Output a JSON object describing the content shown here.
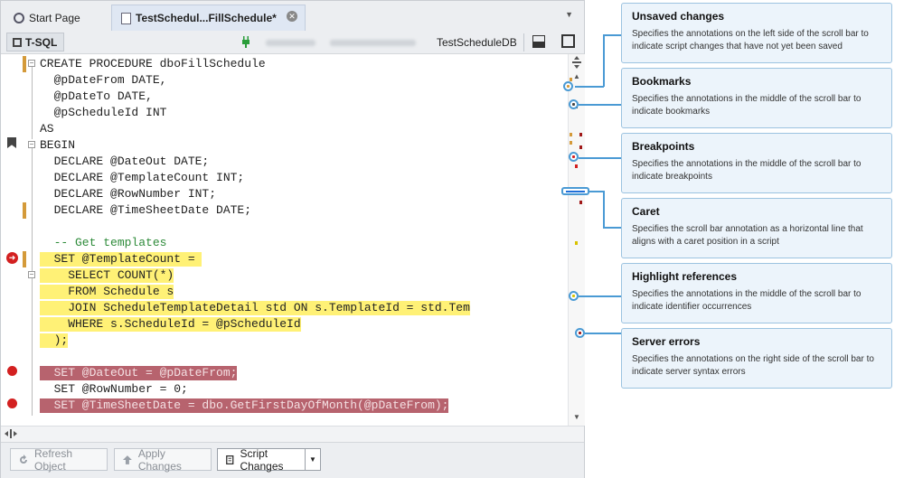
{
  "tabs": [
    {
      "label": "Start Page",
      "active": false
    },
    {
      "label": "TestSchedul...FillSchedule*",
      "active": true,
      "close_icon": "close-icon"
    }
  ],
  "toolbar": {
    "mode_label": "T-SQL",
    "database": "TestScheduleDB"
  },
  "code": {
    "lines": [
      {
        "text": "CREATE PROCEDURE dboFillSchedule"
      },
      {
        "text": "  @pDateFrom DATE,"
      },
      {
        "text": "  @pDateTo DATE,"
      },
      {
        "text": "  @pScheduleId INT"
      },
      {
        "text": "AS"
      },
      {
        "text": "BEGIN"
      },
      {
        "text": "  DECLARE @DateOut DATE;"
      },
      {
        "text": "  DECLARE @TemplateCount INT;"
      },
      {
        "text": "  DECLARE @RowNumber INT;"
      },
      {
        "text": "  DECLARE @TimeSheetDate DATE;"
      },
      {
        "text": ""
      },
      {
        "text": "  -- Get templates"
      },
      {
        "text": "  SET @TemplateCount = "
      },
      {
        "text": "    SELECT COUNT(*)"
      },
      {
        "text": "    FROM Schedule s"
      },
      {
        "text": "    JOIN ScheduleTemplateDetail std ON s.TemplateId = std.Tem"
      },
      {
        "text": "    WHERE s.ScheduleId = @pScheduleId"
      },
      {
        "text": "  );"
      },
      {
        "text": ""
      },
      {
        "text": "  SET @DateOut = @pDateFrom;"
      },
      {
        "text": "  SET @RowNumber = 0;"
      },
      {
        "text": "  SET @TimeSheetDate = dbo.GetFirstDayOfMonth(@pDateFrom);"
      }
    ]
  },
  "bottom": {
    "refresh_label": "Refresh Object",
    "apply_label": "Apply Changes",
    "script_label": "Script Changes"
  },
  "callouts": [
    {
      "title": "Unsaved changes",
      "desc": "Specifies the annotations on the left side of the scroll bar to indicate script changes that have not yet been saved"
    },
    {
      "title": "Bookmarks",
      "desc": "Specifies the annotations in the middle of the scroll bar to indicate bookmarks"
    },
    {
      "title": "Breakpoints",
      "desc": "Specifies the annotations in the middle of the scroll bar to indicate breakpoints"
    },
    {
      "title": "Caret",
      "desc": "Specifies the scroll bar annotation as a horizontal line that aligns with a caret position in a script"
    },
    {
      "title": "Highlight references",
      "desc": "Specifies the annotations in the middle of the scroll bar to indicate identifier occurrences"
    },
    {
      "title": "Server errors",
      "desc": "Specifies the annotations on the right side of the scroll bar to indicate server syntax errors"
    }
  ],
  "colors": {
    "changes": "#d49a3a",
    "breakpoint": "#d32020",
    "highlight": "#fff176",
    "error_line": "#b7636e",
    "caret": "#1e6fd9",
    "callout_border": "#9cc3e0"
  }
}
